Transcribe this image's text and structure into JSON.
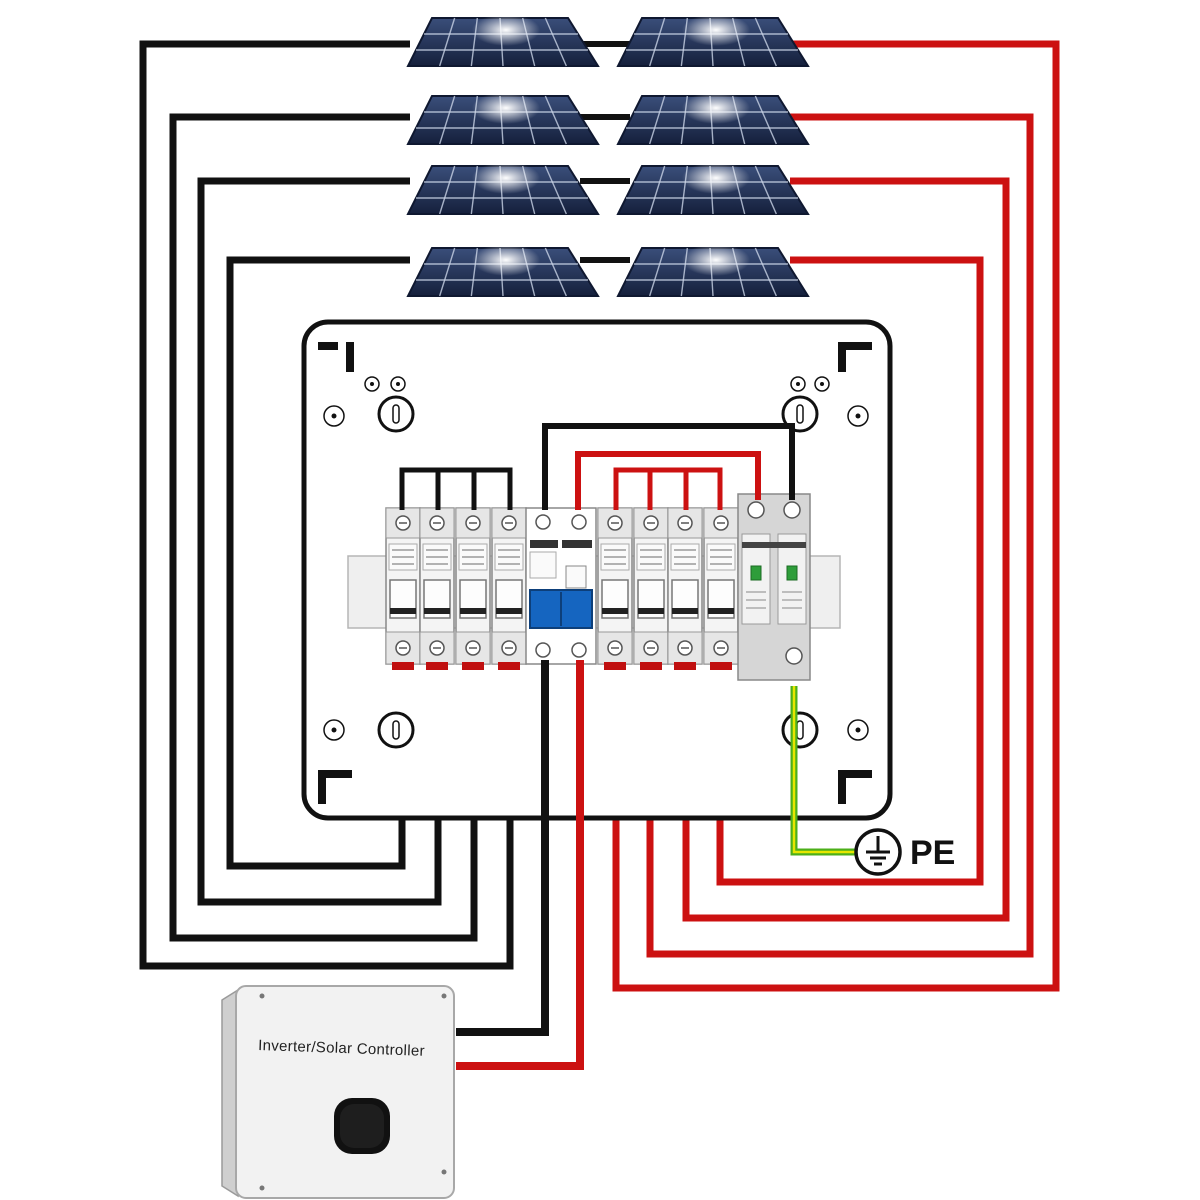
{
  "diagram": {
    "ground_label": "PE",
    "inverter_label": "Inverter/Solar Controller",
    "panel_rows": 4,
    "panels_per_row": 2,
    "negative_breakers": 4,
    "positive_breakers": 4,
    "colors": {
      "negative_wire": "#111111",
      "positive_wire": "#cc1111",
      "ground_wire_green": "#4caf1a",
      "ground_wire_yellow": "#e6e600",
      "panel_cell": "#1d2b4f",
      "panel_grid": "#c9d3e6",
      "isolator_handle": "#1565c0",
      "breaker_body": "#f4f4f4",
      "spd_body": "#d6d6d6"
    }
  }
}
